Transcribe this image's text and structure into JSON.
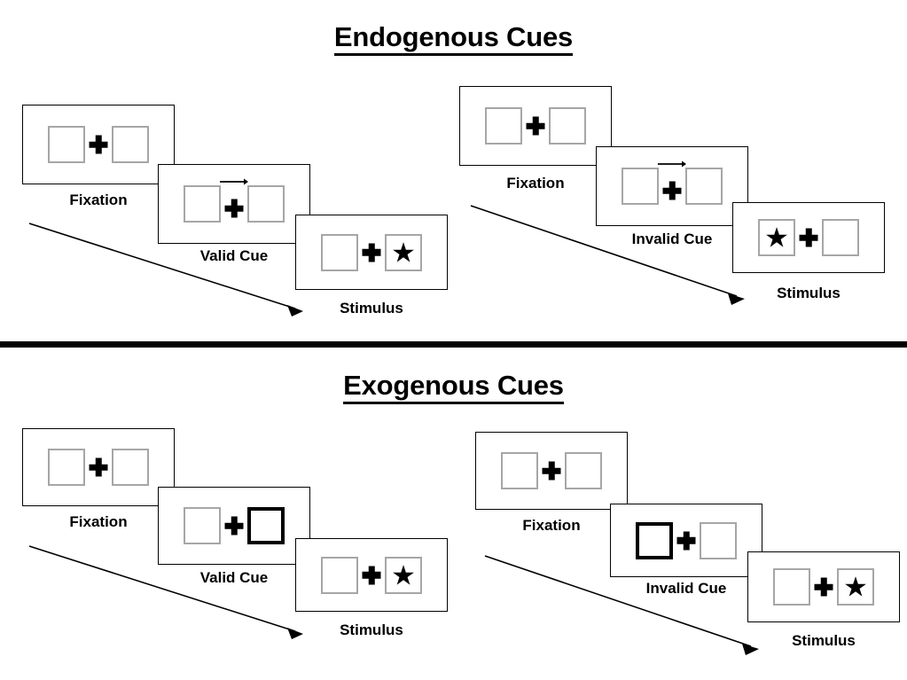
{
  "sections": [
    {
      "title": "Endogenous Cues",
      "cue_type": "arrow",
      "conditions": [
        {
          "name": "valid",
          "cue_label": "Valid Cue",
          "frames": [
            {
              "label": "Fixation",
              "cue_side": "none",
              "target_side": "none",
              "arrow": false
            },
            {
              "label": "Valid Cue",
              "cue_side": "right",
              "target_side": "none",
              "arrow": true
            },
            {
              "label": "Stimulus",
              "cue_side": "none",
              "target_side": "right",
              "arrow": false
            }
          ]
        },
        {
          "name": "invalid",
          "cue_label": "Invalid Cue",
          "frames": [
            {
              "label": "Fixation",
              "cue_side": "none",
              "target_side": "none",
              "arrow": false
            },
            {
              "label": "Invalid Cue",
              "cue_side": "right",
              "target_side": "none",
              "arrow": true
            },
            {
              "label": "Stimulus",
              "cue_side": "none",
              "target_side": "left",
              "arrow": false
            }
          ]
        }
      ]
    },
    {
      "title": "Exogenous Cues",
      "cue_type": "box",
      "conditions": [
        {
          "name": "valid",
          "cue_label": "Valid Cue",
          "frames": [
            {
              "label": "Fixation",
              "cue_side": "none",
              "target_side": "none",
              "arrow": false
            },
            {
              "label": "Valid Cue",
              "cue_side": "right",
              "target_side": "none",
              "arrow": false
            },
            {
              "label": "Stimulus",
              "cue_side": "none",
              "target_side": "right",
              "arrow": false
            }
          ]
        },
        {
          "name": "invalid",
          "cue_label": "Invalid Cue",
          "frames": [
            {
              "label": "Fixation",
              "cue_side": "none",
              "target_side": "none",
              "arrow": false
            },
            {
              "label": "Invalid Cue",
              "cue_side": "left",
              "target_side": "none",
              "arrow": false
            },
            {
              "label": "Stimulus",
              "cue_side": "none",
              "target_side": "right",
              "arrow": false
            }
          ]
        }
      ]
    }
  ],
  "glyphs": {
    "star": "★",
    "fixation_cross": "plus-icon",
    "cue_arrow": "right-arrow-icon",
    "time_arrow": "time-flow-arrow-icon"
  },
  "colors": {
    "frame_border": "#000000",
    "square_border": "#a6a6a6",
    "cued_square_border": "#000000",
    "text": "#000000",
    "divider": "#000000",
    "background": "#ffffff"
  },
  "labels": {
    "endogenous_title": "Endogenous Cues",
    "exogenous_title": "Exogenous Cues",
    "fixation": "Fixation",
    "valid_cue": "Valid Cue",
    "invalid_cue": "Invalid Cue",
    "stimulus": "Stimulus"
  }
}
